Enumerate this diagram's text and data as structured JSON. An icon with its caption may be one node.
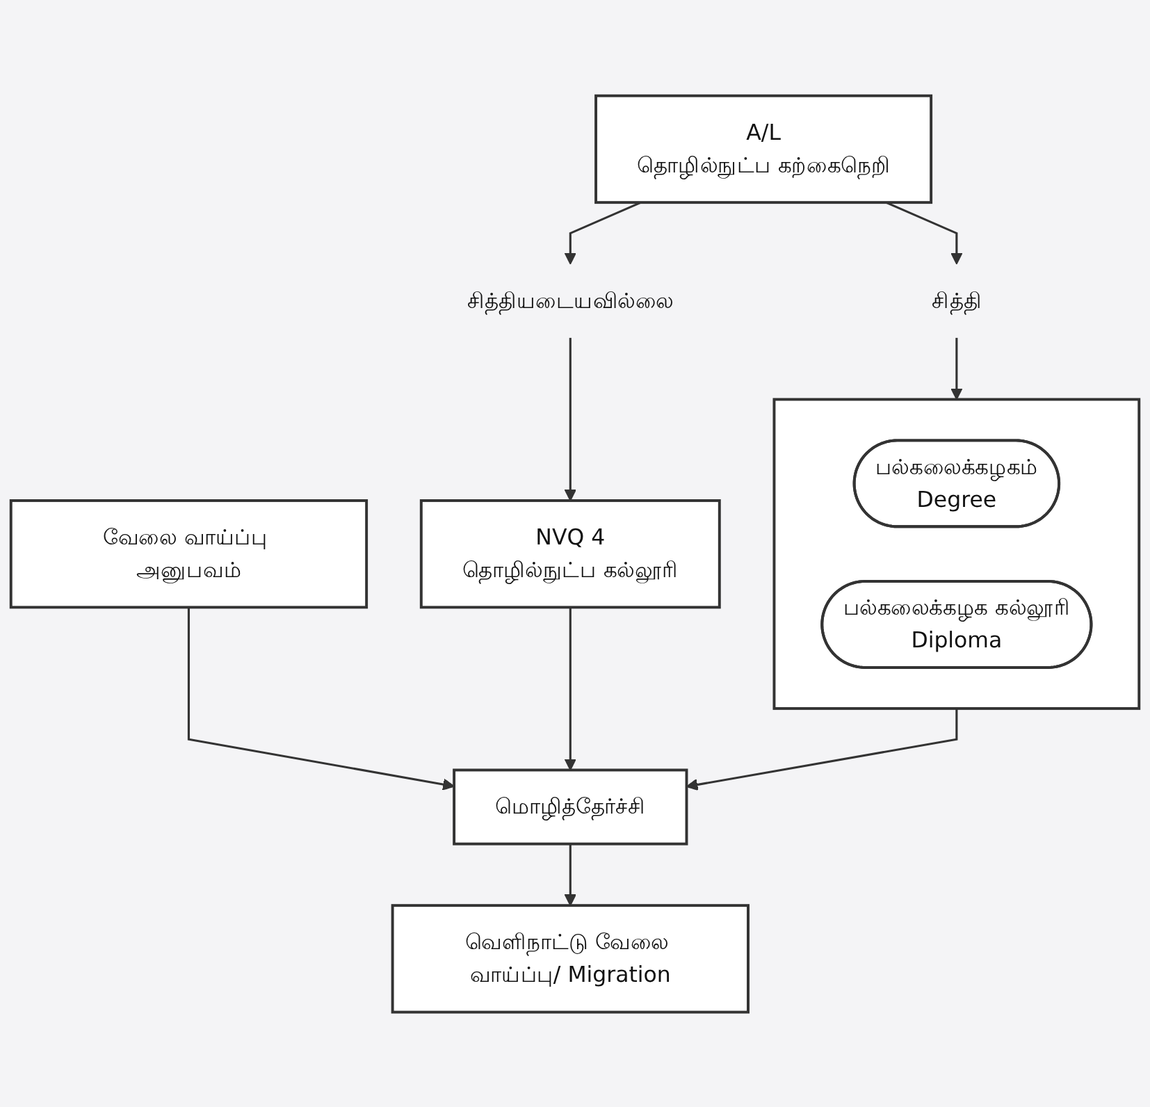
{
  "diagram": {
    "nodes": [
      {
        "text": [
          "A/L",
          "தொழில்நுட்ப கற்கைநெறி"
        ]
      },
      {
        "text": [
          "சித்தி"
        ]
      },
      {
        "text": [
          "சித்தியடையவில்லை"
        ]
      },
      {
        "text": [],
        "shape": "box"
      },
      {
        "text": [
          "பல்கலைக்கழகம்",
          "Degree"
        ],
        "in": 3
      },
      {
        "text": [
          "பல்கலைக்கழக கல்லூரி",
          "Diploma"
        ],
        "in": 3
      },
      {
        "text": [
          "NVQ 4",
          "தொழில்நுட்ப கல்லூரி"
        ]
      },
      {
        "text": [
          "வேலை வாய்ப்பு அனுபவம்"
        ]
      },
      {
        "text": [
          "மொழித்தேர்ச்சி"
        ]
      },
      {
        "text": [
          "வெளிநாட்டு வேலை வாய்ப்பு/ Migration"
        ]
      }
    ],
    "edges": [
      {
        "from": 0,
        "to": 1,
        "arrow": "to"
      },
      {
        "from": 0,
        "to": 2,
        "arrow": "to"
      },
      {
        "from": 1,
        "to": 3,
        "arrow": "to"
      },
      {
        "from": 2,
        "to": 6,
        "arrow": "to"
      },
      {
        "from": 3,
        "to": 8,
        "arrow": "to"
      },
      {
        "from": 7,
        "to": 8,
        "arrow": "to"
      },
      {
        "from": 6,
        "to": 8,
        "arrow": "to"
      },
      {
        "from": 8,
        "to": 9,
        "arrow": "to"
      }
    ]
  }
}
